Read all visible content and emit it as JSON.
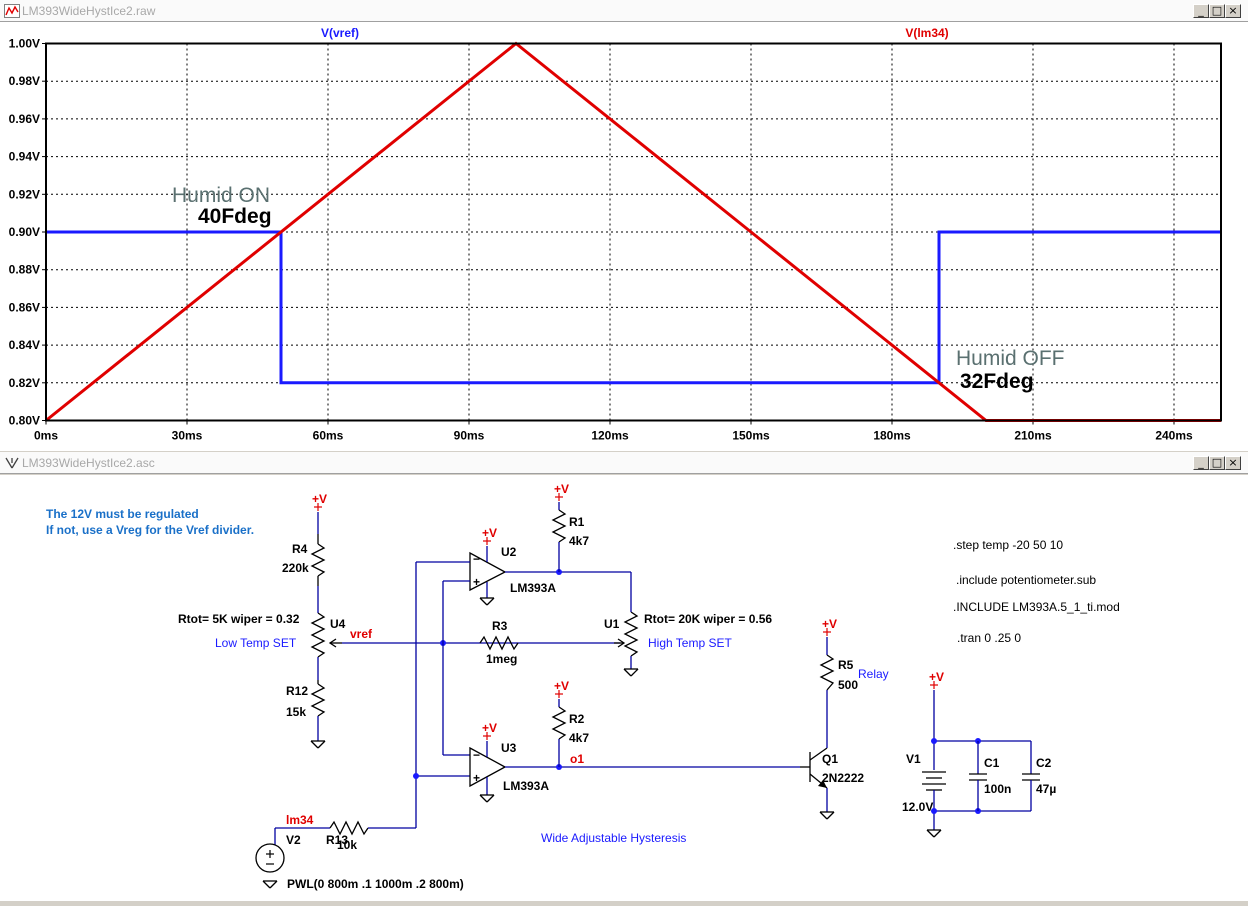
{
  "plot_window": {
    "title": "LM393WideHystIce2.raw",
    "controls": [
      "_",
      "□",
      "×"
    ]
  },
  "schematic_window": {
    "title": "LM393WideHystIce2.asc",
    "controls": [
      "_",
      "□",
      "×"
    ]
  },
  "colors": {
    "vref_trace": "#1a1aff",
    "lm34_trace": "#e00000",
    "wire": "#0000a0",
    "annotation_gray": "#5a7070"
  },
  "chart_data": {
    "type": "line",
    "xlim": [
      0,
      250
    ],
    "ylim": [
      0.8,
      1.0
    ],
    "x_ticks": [
      "0ms",
      "30ms",
      "60ms",
      "90ms",
      "120ms",
      "150ms",
      "180ms",
      "210ms",
      "240ms"
    ],
    "y_ticks": [
      "0.80V",
      "0.82V",
      "0.84V",
      "0.86V",
      "0.88V",
      "0.90V",
      "0.92V",
      "0.94V",
      "0.96V",
      "0.98V",
      "1.00V"
    ],
    "grid": true,
    "series": [
      {
        "name": "V(vref)",
        "color": "#1a1aff",
        "x": [
          0,
          50,
          50,
          190,
          190,
          250
        ],
        "y": [
          0.9,
          0.9,
          0.82,
          0.82,
          0.9,
          0.9
        ]
      },
      {
        "name": "V(lm34)",
        "color": "#e00000",
        "x": [
          0,
          100,
          200,
          250
        ],
        "y": [
          0.8,
          1.0,
          0.8,
          0.8
        ]
      }
    ],
    "annotations": [
      {
        "label": "Humid ON",
        "value": "40Fdeg"
      },
      {
        "label": "Humid OFF",
        "value": "32Fdeg"
      }
    ]
  },
  "schematic": {
    "notes": [
      "The 12V must be regulated",
      "If not, use a Vreg for the Vref divider."
    ],
    "directives": [
      ".step temp -20 50 10",
      ".include potentiometer.sub",
      ".INCLUDE LM393A.5_1_ti.mod",
      ".tran 0 .25 0"
    ],
    "supply_label": "+V",
    "components": {
      "r4": {
        "name": "R4",
        "value": "220k"
      },
      "r12": {
        "name": "R12",
        "value": "15k"
      },
      "u4": {
        "name": "U4",
        "param": "Rtot= 5K wiper = 0.32",
        "role": "Low Temp SET"
      },
      "r3": {
        "name": "R3",
        "value": "1meg"
      },
      "u1": {
        "name": "U1",
        "param": "Rtot= 20K wiper = 0.56",
        "role": "High Temp SET"
      },
      "u2": {
        "name": "U2",
        "part": "LM393A"
      },
      "u3": {
        "name": "U3",
        "part": "LM393A"
      },
      "r1": {
        "name": "R1",
        "value": "4k7"
      },
      "r2": {
        "name": "R2",
        "value": "4k7"
      },
      "r5": {
        "name": "R5",
        "value": "500",
        "role": "Relay"
      },
      "q1": {
        "name": "Q1",
        "part": "2N2222"
      },
      "r13": {
        "name": "R13",
        "value": "10k"
      },
      "v2": {
        "name": "V2",
        "value": "PWL(0 800m .1 1000m .2 800m)"
      },
      "v1": {
        "name": "V1",
        "value": "12.0V"
      },
      "c1": {
        "name": "C1",
        "value": "100n"
      },
      "c2": {
        "name": "C2",
        "value": "47µ"
      }
    },
    "nets": {
      "vref": "vref",
      "o1": "o1",
      "lm34": "lm34"
    },
    "comp_signs": {
      "minus": "−",
      "plus": "+"
    },
    "caption": "Wide Adjustable Hysteresis"
  }
}
